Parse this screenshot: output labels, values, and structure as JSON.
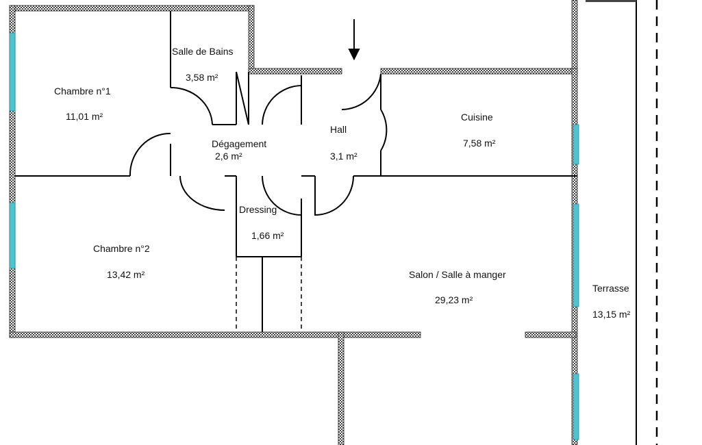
{
  "rooms": {
    "chambre1": {
      "name": "Chambre n°1",
      "area": "11,01  m²"
    },
    "sdb": {
      "name": "Salle de Bains",
      "area": "3,58  m²"
    },
    "degagement": {
      "name": "Dégagement",
      "area": "2,6  m²"
    },
    "hall": {
      "name": "Hall",
      "area": "3,1  m²"
    },
    "cuisine": {
      "name": "Cuisine",
      "area": "7,58  m²"
    },
    "dressing": {
      "name": "Dressing",
      "area": "1,66  m²"
    },
    "chambre2": {
      "name": "Chambre n°2",
      "area": "13,42  m²"
    },
    "salon": {
      "name": "Salon / Salle à manger",
      "area": "29,23  m²"
    },
    "terrasse": {
      "name": "Terrasse",
      "area": "13,15  m²"
    }
  },
  "colors": {
    "wall": "#444444",
    "window": "#4fc3cf",
    "line": "#000000"
  }
}
